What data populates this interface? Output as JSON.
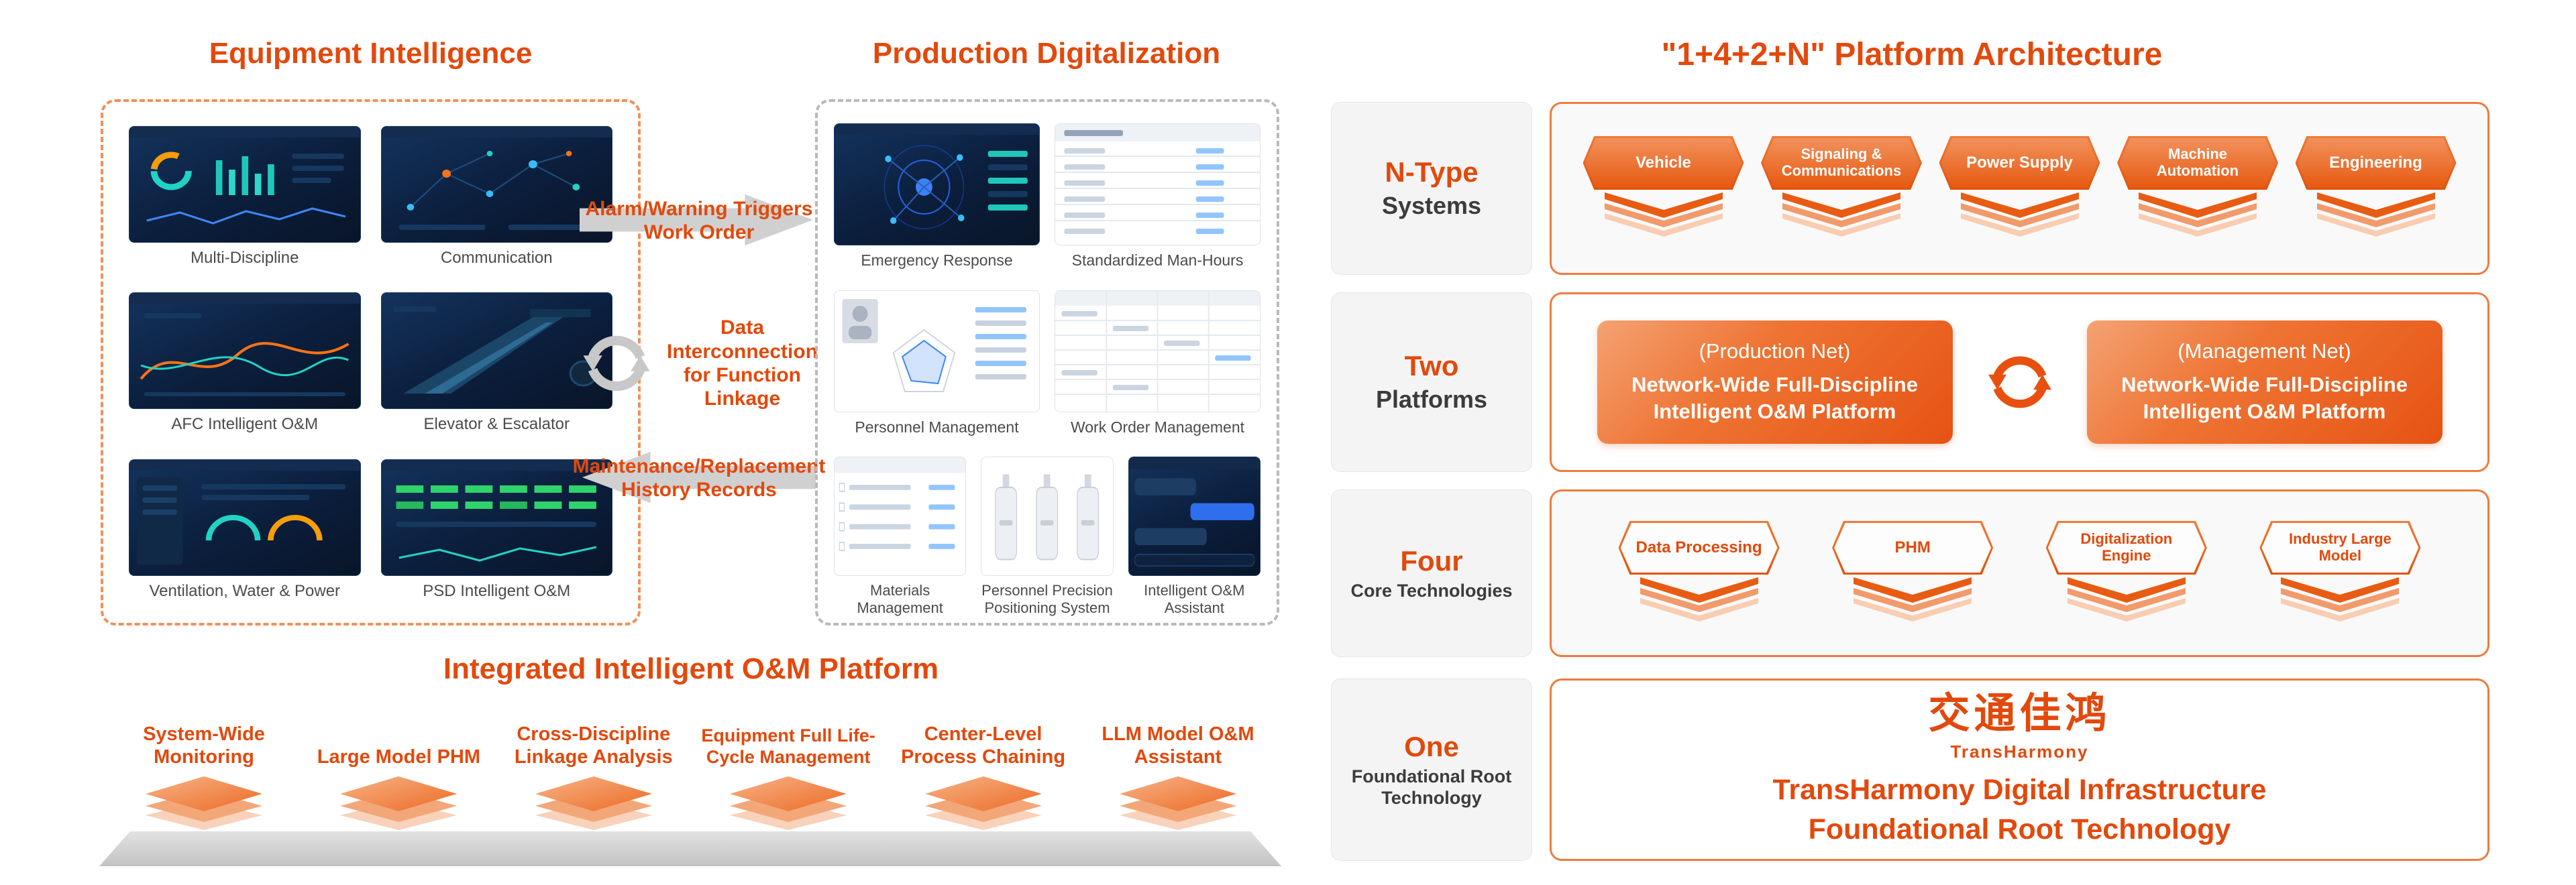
{
  "colors": {
    "accent": "#e2490c",
    "accent_gradient_start": "#f2915c",
    "accent_gradient_end": "#e65a11",
    "panel_border_orange": "#f0905a",
    "panel_border_gray": "#b9b9b9",
    "arrow_gray": "#d0d0d0",
    "dark_screen": "#0b1e3c",
    "key_box_bg": "#f4f4f4"
  },
  "equipment_intelligence": {
    "title": "Equipment Intelligence",
    "items": [
      {
        "label": "Multi-Discipline"
      },
      {
        "label": "Communication"
      },
      {
        "label": "AFC Intelligent O&M"
      },
      {
        "label": "Elevator & Escalator"
      },
      {
        "label": "Ventilation, Water & Power"
      },
      {
        "label": "PSD Intelligent O&M"
      }
    ]
  },
  "flows": [
    {
      "label": "Alarm/Warning Triggers Work Order"
    },
    {
      "label": "Data Interconnection for Function Linkage"
    },
    {
      "label": "Maintenance/Replacement History Records"
    }
  ],
  "production_digitalization": {
    "title": "Production Digitalization",
    "items": [
      {
        "label": "Emergency Response"
      },
      {
        "label": "Standardized Man-Hours"
      },
      {
        "label": "Personnel Management"
      },
      {
        "label": "Work Order Management"
      },
      {
        "label": "Materials Management"
      },
      {
        "label": "Personnel Precision Positioning System"
      },
      {
        "label": "Intelligent O&M Assistant"
      }
    ]
  },
  "integrated_platform": {
    "title": "Integrated Intelligent O&M Platform",
    "items": [
      {
        "label": "System-Wide Monitoring"
      },
      {
        "label": "Large Model PHM"
      },
      {
        "label": "Cross-Discipline Linkage Analysis"
      },
      {
        "label": "Equipment Full Life-Cycle Management"
      },
      {
        "label": "Center-Level Process Chaining"
      },
      {
        "label": "LLM Model O&M Assistant"
      }
    ]
  },
  "architecture": {
    "title": "\"1+4+2+N\" Platform Architecture",
    "rows": [
      {
        "key_primary": "N-Type",
        "key_secondary": "Systems",
        "items": [
          {
            "label": "Vehicle"
          },
          {
            "label": "Signaling & Communications"
          },
          {
            "label": "Power Supply"
          },
          {
            "label": "Machine Automation"
          },
          {
            "label": "Engineering"
          }
        ]
      },
      {
        "key_primary": "Two",
        "key_secondary": "Platforms",
        "platforms": [
          {
            "net_label": "(Production Net)",
            "platform_name": "Network-Wide Full-Discipline Intelligent O&M Platform"
          },
          {
            "net_label": "(Management Net)",
            "platform_name": "Network-Wide Full-Discipline Intelligent O&M Platform"
          }
        ]
      },
      {
        "key_primary": "Four",
        "key_secondary": "Core Technologies",
        "items": [
          {
            "label": "Data Processing"
          },
          {
            "label": "PHM"
          },
          {
            "label": "Digitalization Engine"
          },
          {
            "label": "Industry Large Model"
          }
        ]
      },
      {
        "key_primary": "One",
        "key_secondary": "Foundational Root Technology",
        "logo_cjk": "交通佳鸿",
        "logo_latin": "TransHarmony",
        "heading_line1": "TransHarmony Digital Infrastructure",
        "heading_line2": "Foundational Root Technology"
      }
    ]
  }
}
